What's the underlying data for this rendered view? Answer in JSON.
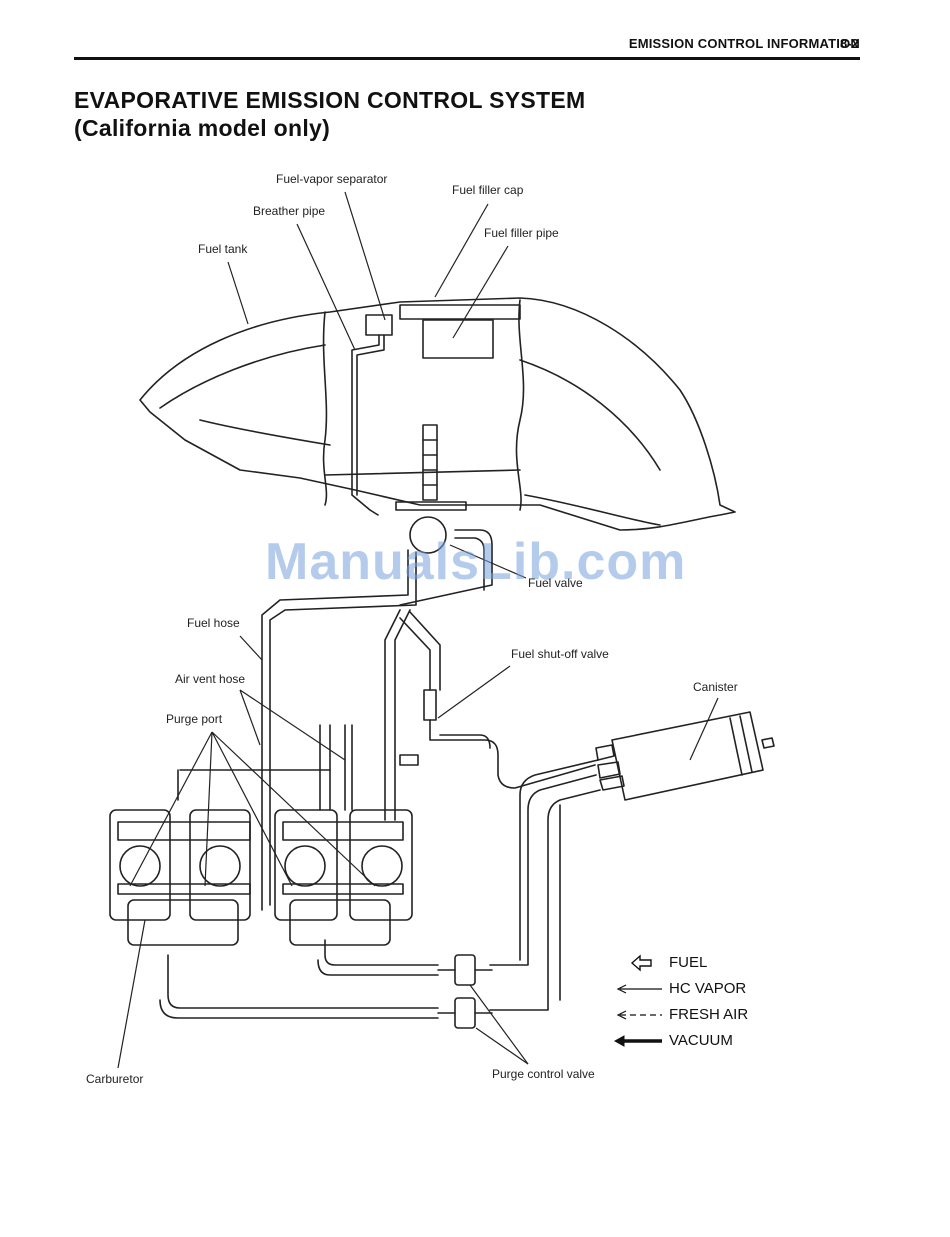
{
  "header": {
    "section": "EMISSION CONTROL INFORMATION",
    "page": "8-2"
  },
  "title": {
    "line1": "EVAPORATIVE EMISSION CONTROL SYSTEM",
    "line2": "(California model only)"
  },
  "watermark": "ManualsLib.com",
  "labels": {
    "fuel_vapor_separator": "Fuel-vapor separator",
    "fuel_filler_cap": "Fuel filler cap",
    "breather_pipe": "Breather pipe",
    "fuel_filler_pipe": "Fuel filler pipe",
    "fuel_tank": "Fuel tank",
    "fuel_valve": "Fuel valve",
    "fuel_hose": "Fuel hose",
    "fuel_shutoff_valve": "Fuel shut-off valve",
    "canister": "Canister",
    "air_vent_hose": "Air vent hose",
    "purge_port": "Purge port",
    "carburetor": "Carburetor",
    "purge_control_valve": "Purge control valve"
  },
  "legend": {
    "fuel": "FUEL",
    "hc_vapor": "HC VAPOR",
    "fresh_air": "FRESH AIR",
    "vacuum": "VACUUM"
  }
}
